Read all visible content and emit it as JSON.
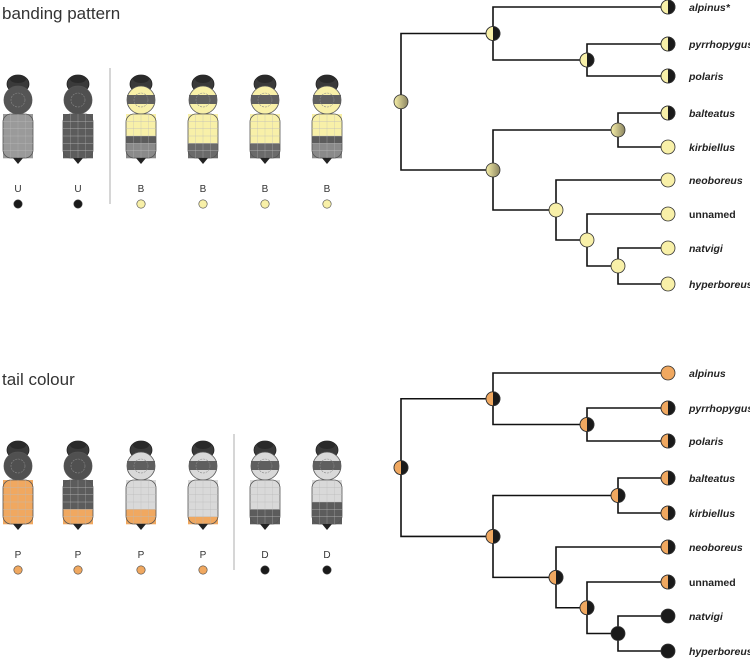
{
  "colors": {
    "unbanded": "#1a1a1a",
    "banded": "#f8f0a8",
    "pale_tail": "#f0a860",
    "dark_tail": "#1a1a1a",
    "bee_grey": "#5a5a5a",
    "bee_light": "#d8d8d8",
    "branch": "#000000"
  },
  "panels": [
    {
      "title": "banding pattern",
      "bees": [
        {
          "code": "U",
          "state": "unbanded",
          "thorax": "grey",
          "abdomen": "grey",
          "tail": "none"
        },
        {
          "code": "U",
          "state": "unbanded",
          "thorax": "dark",
          "abdomen": "dark",
          "tail": "none"
        },
        {
          "code": "B",
          "state": "banded",
          "thorax": "yellow-band",
          "abdomen": "yellow-top",
          "tail": "none"
        },
        {
          "code": "B",
          "state": "banded",
          "thorax": "yellow-band",
          "abdomen": "yellow-full",
          "tail": "none"
        },
        {
          "code": "B",
          "state": "banded",
          "thorax": "yellow-band",
          "abdomen": "yellow-full",
          "tail": "none"
        },
        {
          "code": "B",
          "state": "banded",
          "thorax": "yellow-band",
          "abdomen": "yellow-top",
          "tail": "none"
        }
      ],
      "tips": [
        {
          "name": "alpinus*",
          "italic": true,
          "state": "half"
        },
        {
          "name": "pyrrhopygus",
          "italic": true,
          "state": "half"
        },
        {
          "name": "polaris",
          "italic": true,
          "state": "half"
        },
        {
          "name": "balteatus",
          "italic": true,
          "state": "half"
        },
        {
          "name": "kirbiellus",
          "italic": true,
          "state": "light"
        },
        {
          "name": "neoboreus",
          "italic": true,
          "state": "light"
        },
        {
          "name": "unnamed",
          "italic": false,
          "state": "light"
        },
        {
          "name": "natvigi",
          "italic": true,
          "state": "light"
        },
        {
          "name": "hyperboreus",
          "italic": true,
          "state": "light"
        }
      ],
      "internal_nodes": [
        "gradient",
        "half",
        "half",
        "gradient",
        "gradient",
        "light",
        "light",
        "light"
      ]
    },
    {
      "title": "tail colour",
      "bees": [
        {
          "code": "P",
          "state": "pale",
          "thorax": "dark",
          "abdomen": "orange-full",
          "tail": "none"
        },
        {
          "code": "P",
          "state": "pale",
          "thorax": "dark",
          "abdomen": "dark-orange-tail",
          "tail": "orange"
        },
        {
          "code": "P",
          "state": "pale",
          "thorax": "band",
          "abdomen": "light-orange-tail",
          "tail": "orange"
        },
        {
          "code": "P",
          "state": "pale",
          "thorax": "band",
          "abdomen": "light-orange-tip",
          "tail": "orange"
        },
        {
          "code": "D",
          "state": "dark",
          "thorax": "band",
          "abdomen": "light-dark-tail",
          "tail": "dark"
        },
        {
          "code": "D",
          "state": "dark",
          "thorax": "band",
          "abdomen": "light-dark-tail2",
          "tail": "dark"
        }
      ],
      "tips": [
        {
          "name": "alpinus",
          "italic": true,
          "state": "light"
        },
        {
          "name": "pyrrhopygus",
          "italic": true,
          "state": "half"
        },
        {
          "name": "polaris",
          "italic": true,
          "state": "half"
        },
        {
          "name": "balteatus",
          "italic": true,
          "state": "half"
        },
        {
          "name": "kirbiellus",
          "italic": true,
          "state": "half"
        },
        {
          "name": "neoboreus",
          "italic": true,
          "state": "half"
        },
        {
          "name": "unnamed",
          "italic": false,
          "state": "half"
        },
        {
          "name": "natvigi",
          "italic": true,
          "state": "dark"
        },
        {
          "name": "hyperboreus",
          "italic": true,
          "state": "dark"
        }
      ],
      "internal_nodes": [
        "half",
        "half",
        "half",
        "half",
        "half",
        "half",
        "half",
        "dark"
      ]
    }
  ]
}
